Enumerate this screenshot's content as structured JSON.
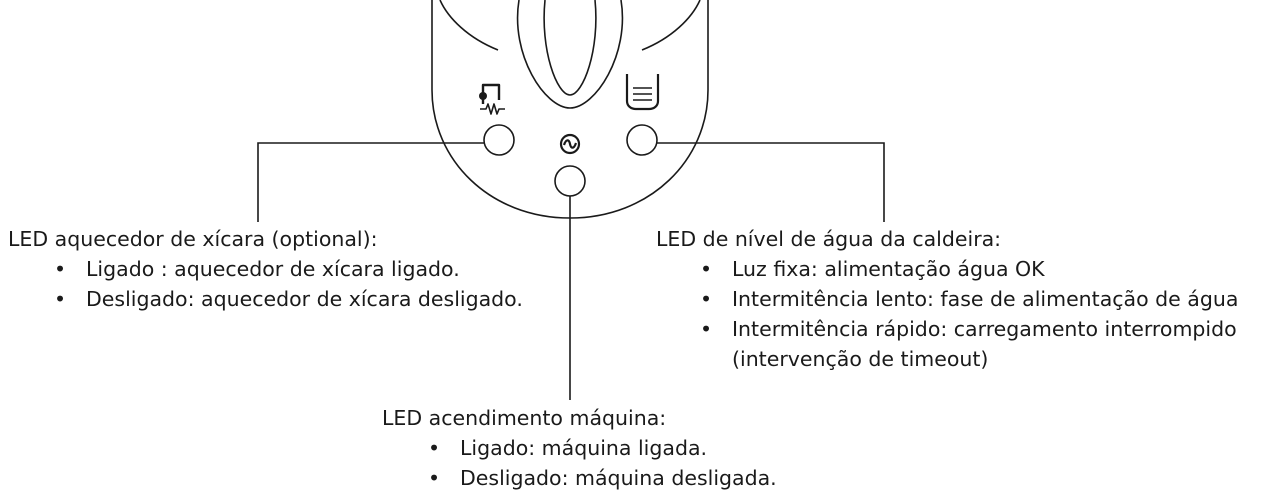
{
  "leds": {
    "cup_warmer": {
      "title": "LED aquecedor de xícara (optional):",
      "items": [
        "Ligado : aquecedor de xícara ligado.",
        "Desligado: aquecedor de xícara desligado."
      ]
    },
    "boiler_water_level": {
      "title": "LED de nível de água da caldeira:",
      "items": [
        "Luz fixa: alimentação água OK",
        "Intermitência lento: fase de alimentação de água",
        "Intermitência rápido: carregamento interrompido",
        "(intervenção de timeout)"
      ]
    },
    "machine_power": {
      "title": "LED acendimento máquina:",
      "items": [
        "Ligado: máquina ligada.",
        "Desligado: máquina desligada."
      ]
    }
  },
  "icons": [
    "cup-warmer-icon",
    "power-wave-icon",
    "water-level-icon"
  ]
}
